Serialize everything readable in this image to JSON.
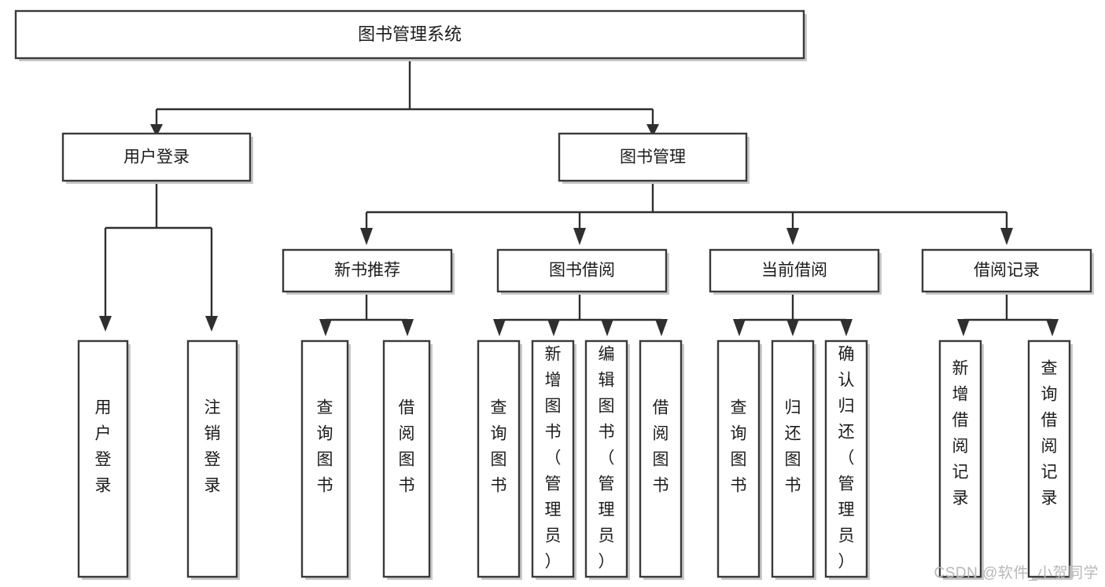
{
  "diagram": {
    "type": "tree",
    "title": "图书管理系统",
    "watermark": "CSDN @软件_小贺同学",
    "colors": {
      "box_stroke": "#3a3a3a",
      "box_fill": "#ffffff",
      "connector": "#2f2f2f",
      "text": "#1b1b1b",
      "watermark": "#b8b8b8",
      "background": "#ffffff"
    },
    "root": {
      "label": "图书管理系统"
    },
    "level2": [
      {
        "label": "用户登录"
      },
      {
        "label": "图书管理"
      }
    ],
    "level3": [
      {
        "label": "新书推荐"
      },
      {
        "label": "图书借阅"
      },
      {
        "label": "当前借阅"
      },
      {
        "label": "借阅记录"
      }
    ],
    "leaves": {
      "user_login": [
        {
          "label": "用户登录"
        },
        {
          "label": "注销登录"
        }
      ],
      "new_book": [
        {
          "label": "查询图书"
        },
        {
          "label": "借阅图书"
        }
      ],
      "book_borrow": [
        {
          "label": "查询图书"
        },
        {
          "label": "新增图书（管理员）"
        },
        {
          "label": "编辑图书（管理员）"
        },
        {
          "label": "借阅图书"
        }
      ],
      "current_borrow": [
        {
          "label": "查询图书"
        },
        {
          "label": "归还图书"
        },
        {
          "label": "确认归还（管理员）"
        }
      ],
      "borrow_record": [
        {
          "label": "新增借阅记录"
        },
        {
          "label": "查询借阅记录"
        }
      ]
    }
  }
}
